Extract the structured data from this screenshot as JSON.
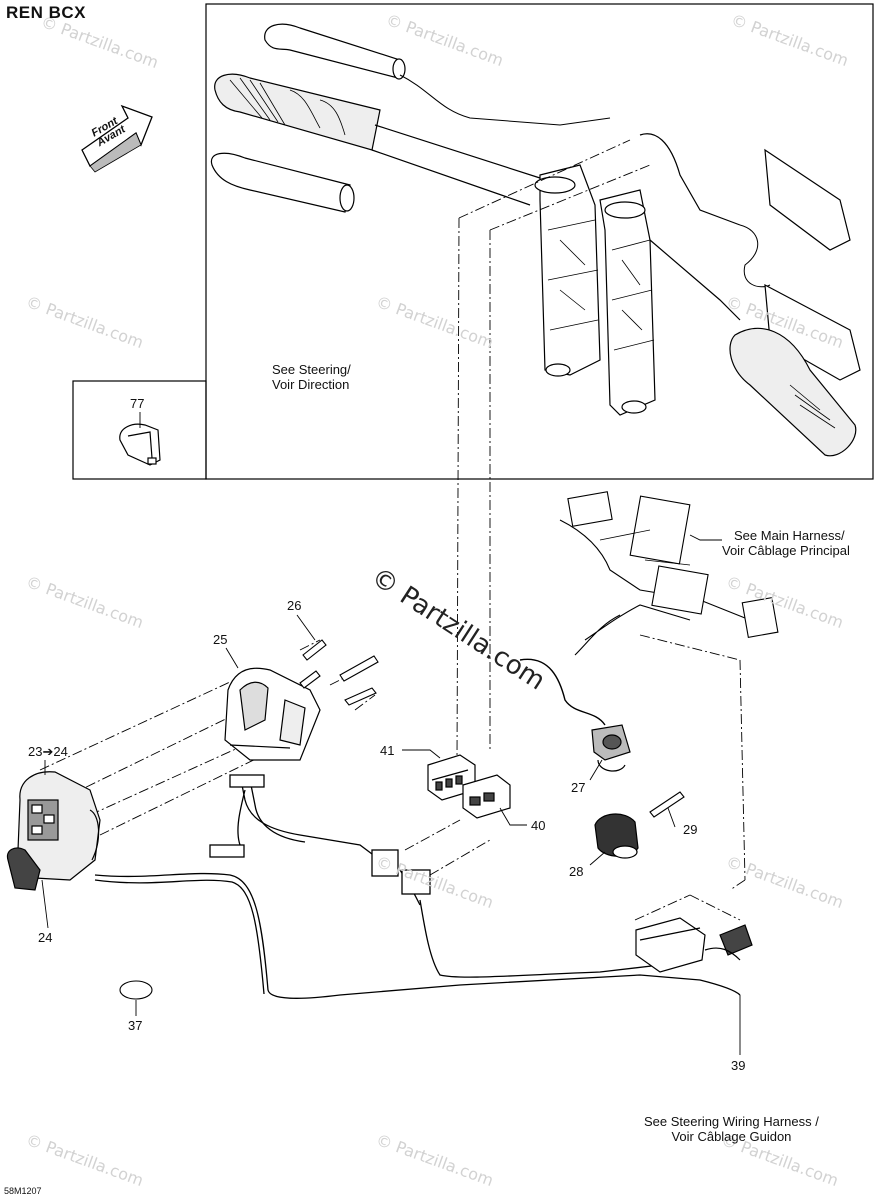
{
  "title": "REN BCX",
  "diagram_code": "58M1207",
  "front_arrow": {
    "line1": "Front",
    "line2": "Avant"
  },
  "watermark": "© Partzilla.com",
  "main_watermark": "© Partzilla.com",
  "notes": {
    "steering": {
      "line1": "See Steering/",
      "line2": "Voir Direction"
    },
    "main_harness": {
      "line1": "See Main Harness/",
      "line2": "Voir Câblage Principal"
    },
    "steering_wiring": {
      "line1": "See Steering Wiring Harness /",
      "line2": "Voir Câblage Guidon"
    }
  },
  "callouts": {
    "c77": "77",
    "c26": "26",
    "c25": "25",
    "c23": "23➔24",
    "c24": "24",
    "c41": "41",
    "c40": "40",
    "c27": "27",
    "c29": "29",
    "c28": "28",
    "c37": "37",
    "c39": "39"
  }
}
